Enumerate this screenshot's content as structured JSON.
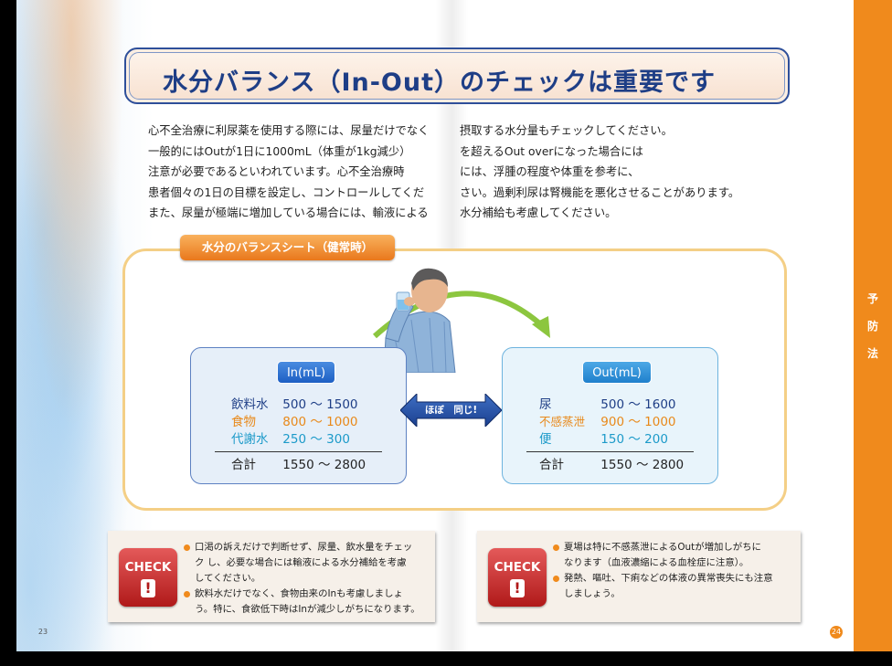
{
  "title": "水分バランス（In-Out）のチェックは重要です",
  "intro_left": [
    "心不全治療に利尿薬を使用する際には、尿量だけでなく",
    "一般的にはOutが1日に1000mL（体重が1kg減少）",
    "注意が必要であるといわれています。心不全治療時",
    "患者個々の1日の目標を設定し、コントロールしてくだ",
    "また、尿量が極端に増加している場合には、輸液による"
  ],
  "intro_right": [
    "摂取する水分量もチェックしてください。",
    "を超えるOut overになった場合には",
    "には、浮腫の程度や体重を参考に、",
    "さい。過剰利尿は腎機能を悪化させることがあります。",
    "水分補給も考慮してください。"
  ],
  "sheet_label": "水分のバランスシート（健常時）",
  "in_card": {
    "header": "In(mL)",
    "rows": [
      {
        "label": "飲料水",
        "value": "500 ～ 1500",
        "color": "#1e3e86"
      },
      {
        "label": "食物",
        "value": "800 ～ 1000",
        "color": "#e8891a"
      },
      {
        "label": "代謝水",
        "value": "250 ～ 300",
        "color": "#1c9ac9"
      }
    ],
    "total_label": "合計",
    "total_value": "1550 ～ 2800"
  },
  "out_card": {
    "header": "Out(mL)",
    "rows": [
      {
        "label": "尿",
        "value": "500 ～ 1600",
        "color": "#1e3e86"
      },
      {
        "label": "不感蒸泄",
        "value": "900 ～ 1000",
        "color": "#e8891a"
      },
      {
        "label": "便",
        "value": "150 ～ 200",
        "color": "#1c9ac9"
      }
    ],
    "total_label": "合計",
    "total_value": "1550 ～ 2800"
  },
  "arrow_label": "ほぼ　同じ!",
  "check_badge": "CHECK",
  "check_badge_mark": "!",
  "check_left": [
    [
      "口渇の訴えだけで判断せず、尿量、飲水量をチェッ",
      "ク し、必要な場合には輸液による水分補給を考慮",
      "してください。"
    ],
    [
      "飲料水だけでなく、食物由来のInも考慮しましょ",
      "う。特に、食欲低下時はInが減少しがちになります。"
    ]
  ],
  "check_right": [
    [
      "夏場は特に不感蒸泄によるOutが増加しがちに",
      "なります（血液濃縮による血栓症に注意）。"
    ],
    [
      "発熱、嘔吐、下痢などの体液の異常喪失にも注意",
      "しましょう。"
    ]
  ],
  "side_tab": [
    "予",
    "防",
    "法"
  ],
  "page_left": "23",
  "page_right": "24",
  "colors": {
    "accent_orange": "#f08a1c",
    "title_blue": "#1e3e86",
    "check_red": "#c62222"
  }
}
